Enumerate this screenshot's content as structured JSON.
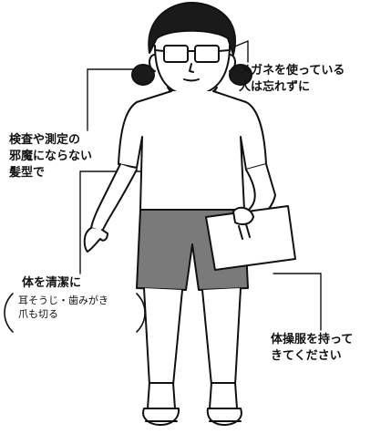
{
  "annotations": {
    "glasses": [
      "メガネを使っている",
      "人は忘れずに"
    ],
    "hair": [
      "検査や測定の",
      "邪魔にならない",
      "髪型で"
    ],
    "clean": {
      "title": "体を清潔に",
      "details": [
        "耳そうじ・歯みがき",
        "爪も切る"
      ]
    },
    "pe_uniform": [
      "体操服を持って",
      "きてください"
    ]
  },
  "colors": {
    "ink": "#111111",
    "shorts": "#7a7a7a",
    "paper": "#ffffff"
  }
}
